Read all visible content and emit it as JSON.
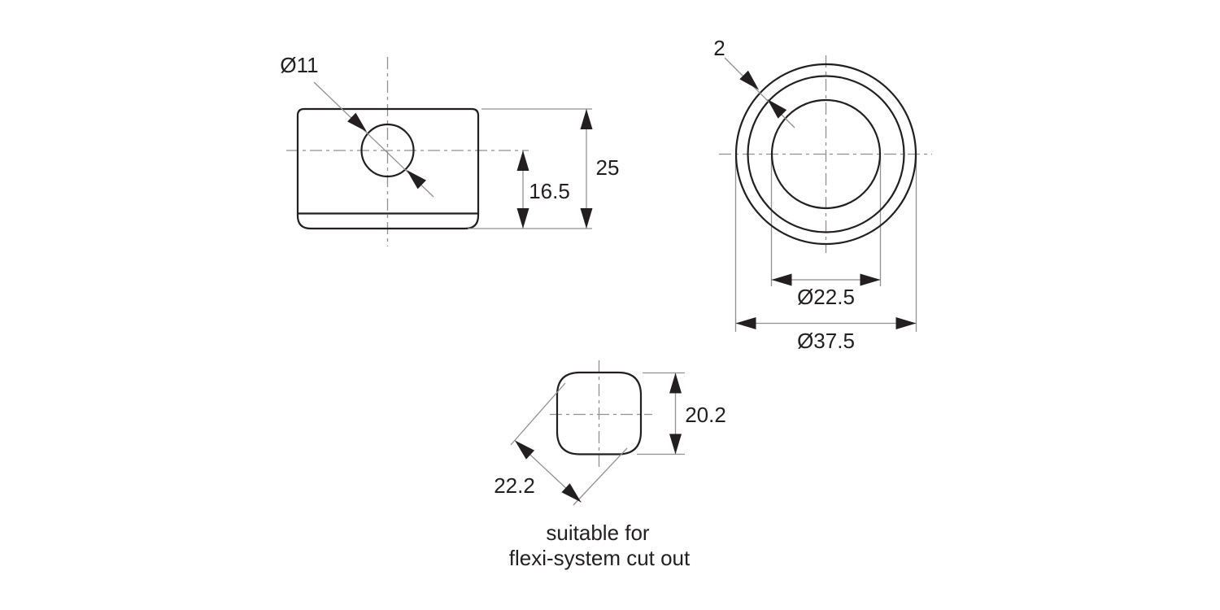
{
  "drawing": {
    "background": "#ffffff",
    "colors": {
      "object_line": "#231f20",
      "thin_line": "#8f9194",
      "arrow_fill": "#231f20",
      "text": "#231f20"
    },
    "side_view": {
      "hole_diameter": "Ø11",
      "center_to_bottom_height": "16.5",
      "overall_height": "25"
    },
    "front_view": {
      "rim_thickness": "2",
      "inner_diameter": "Ø22.5",
      "outer_diameter": "Ø37.5"
    },
    "cutout_view": {
      "height": "20.2",
      "diagonal": "22.2",
      "note_line_1": "suitable for",
      "note_line_2": "flexi-system cut out"
    }
  }
}
